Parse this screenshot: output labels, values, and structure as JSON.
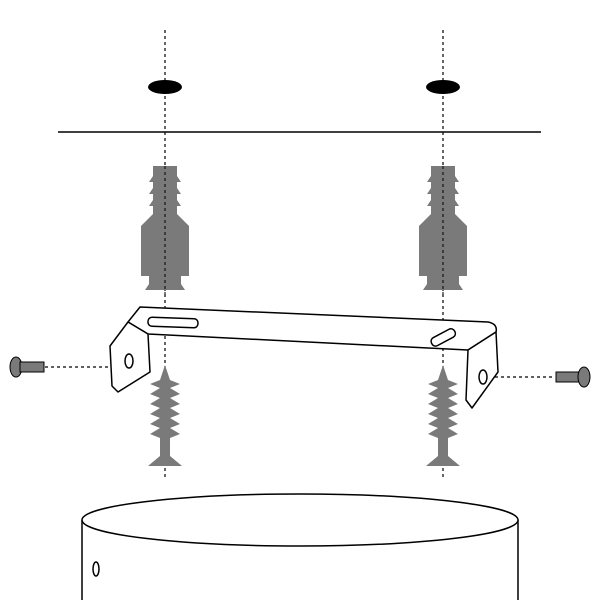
{
  "diagram": {
    "colors": {
      "line": "#000000",
      "part_fill": "#7a7a7a",
      "background": "#ffffff"
    },
    "parts": [
      "ceiling-holes",
      "ceiling-line",
      "wall-anchors",
      "mounting-bracket",
      "side-screws",
      "wood-screws",
      "fixture-canopy"
    ]
  }
}
